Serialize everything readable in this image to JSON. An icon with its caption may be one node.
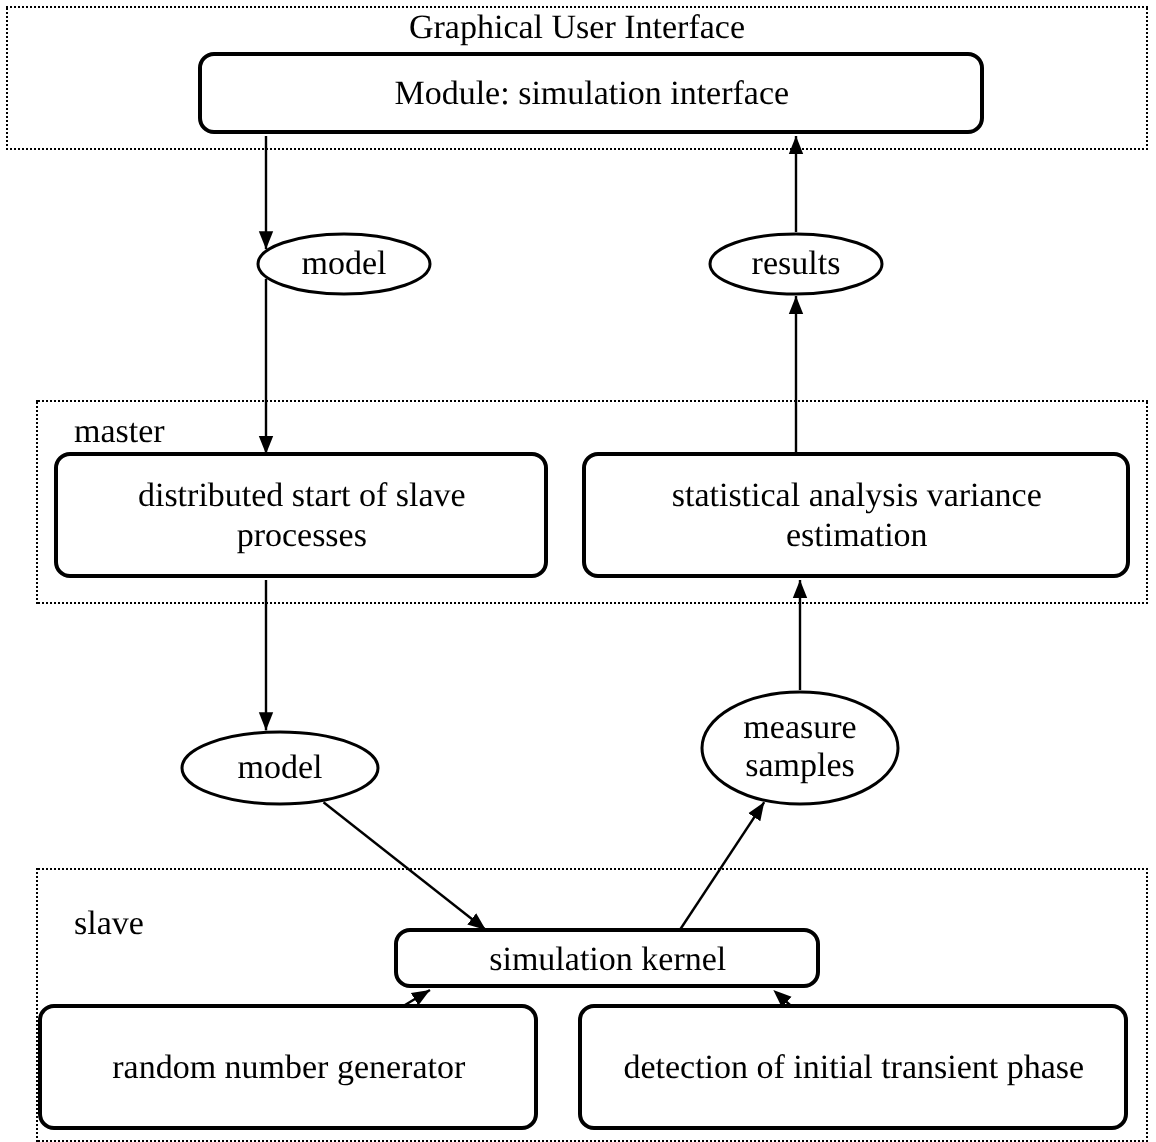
{
  "diagram": {
    "nodes": [
      {
        "text": [
          "Graphical User Interface"
        ]
      },
      {
        "text": [
          "Module: simulation interface"
        ],
        "in": 0
      },
      {
        "text": [
          "model"
        ]
      },
      {
        "text": [
          "results"
        ]
      },
      {
        "text": [
          "master"
        ]
      },
      {
        "text": [
          "distributed start of slave processes"
        ],
        "in": 4
      },
      {
        "text": [
          "statistical analysis variance estimation"
        ],
        "in": 4
      },
      {
        "text": [
          "model"
        ]
      },
      {
        "text": [
          "measure samples"
        ]
      },
      {
        "text": [
          "slave"
        ]
      },
      {
        "text": [
          "simulation kernel"
        ],
        "in": 9
      },
      {
        "text": [
          "random number generator"
        ],
        "in": 9
      },
      {
        "text": [
          "detection of initial transient phase"
        ],
        "in": 9
      }
    ],
    "edges": [
      {
        "from": 1,
        "to": 2,
        "arrow": "to"
      },
      {
        "from": 2,
        "to": 5,
        "arrow": "to"
      },
      {
        "from": 5,
        "to": 7,
        "arrow": "to"
      },
      {
        "from": 7,
        "to": 10,
        "arrow": "to"
      },
      {
        "from": 10,
        "to": 8,
        "arrow": "to"
      },
      {
        "from": 8,
        "to": 6,
        "arrow": "to"
      },
      {
        "from": 6,
        "to": 3,
        "arrow": "to"
      },
      {
        "from": 3,
        "to": 1,
        "arrow": "to"
      },
      {
        "from": 11,
        "to": 10,
        "arrow": "to",
        "style": "dashed"
      },
      {
        "from": 12,
        "to": 10,
        "arrow": "to",
        "style": "dashed"
      }
    ]
  }
}
